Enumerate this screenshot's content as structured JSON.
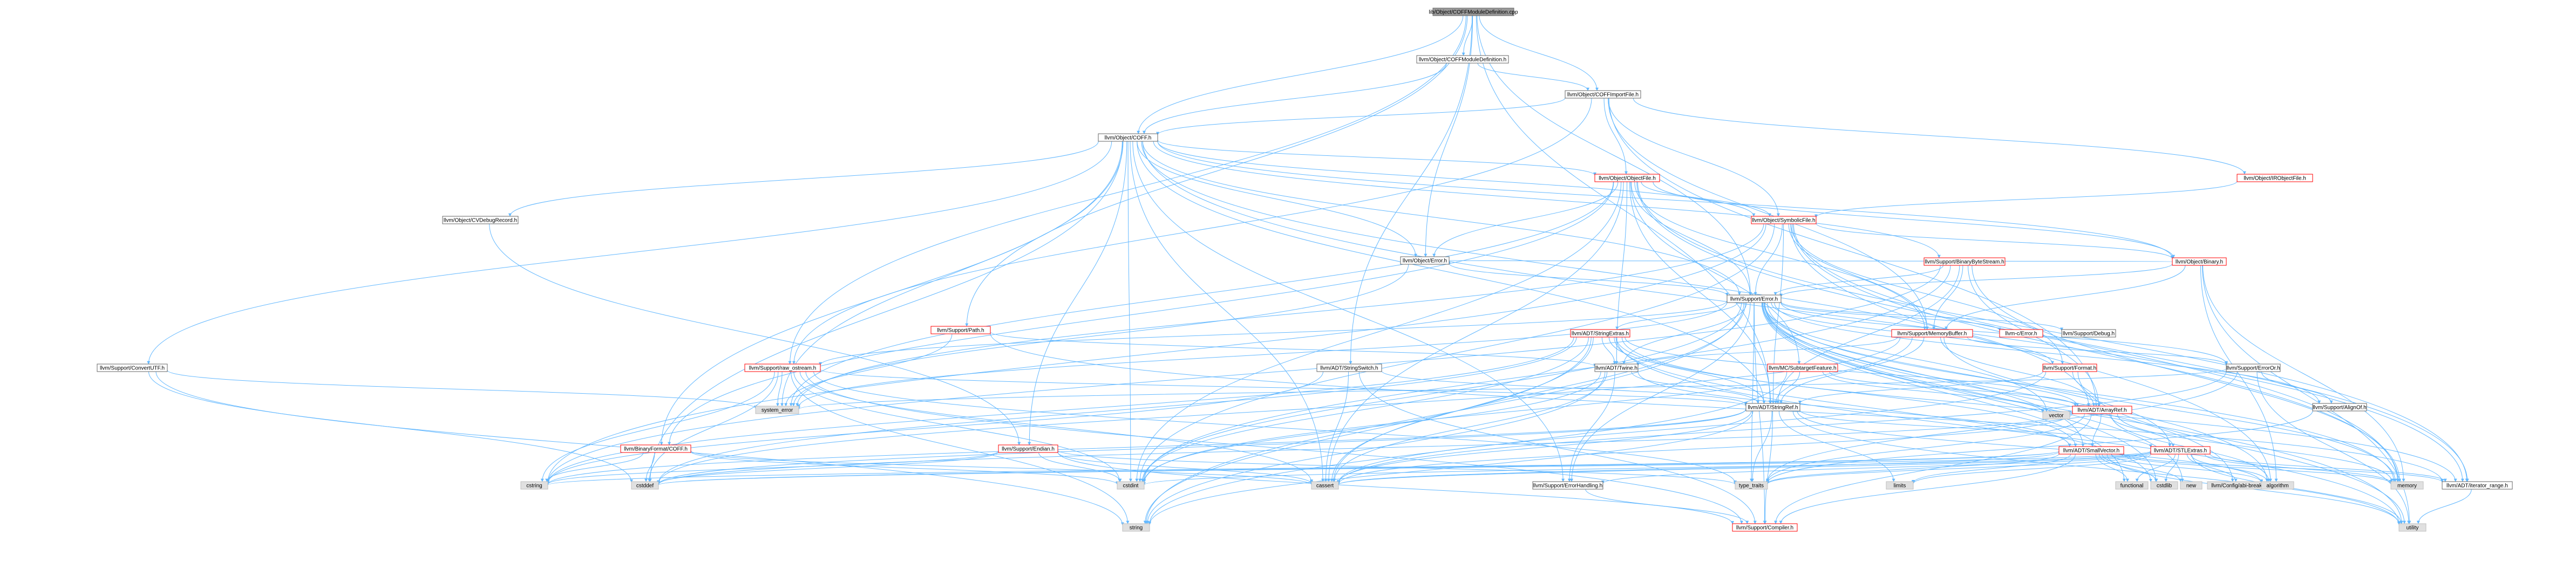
{
  "root": {
    "label": "lib/Object/COFFModuleDefinition.cpp"
  },
  "colors": {
    "edge": "#63b8ff",
    "border_normal": "#666666",
    "border_link": "#ff0000",
    "system_fill": "#e0e0e0",
    "root_fill": "#999999"
  },
  "nodes": [
    {
      "id": "root",
      "label": "lib/Object/COFFModuleDefinition.cpp",
      "style": "root"
    },
    {
      "id": "coffmd",
      "label": "llvm/Object/COFFModuleDefinition.h",
      "style": "normal"
    },
    {
      "id": "coffimp",
      "label": "llvm/Object/COFFImportFile.h",
      "style": "normal"
    },
    {
      "id": "coff",
      "label": "llvm/Object/COFF.h",
      "style": "normal"
    },
    {
      "id": "irobj",
      "label": "llvm/Object/IRObjectFile.h",
      "style": "link"
    },
    {
      "id": "objfile",
      "label": "llvm/Object/ObjectFile.h",
      "style": "link"
    },
    {
      "id": "cvdebug",
      "label": "llvm/Object/CVDebugRecord.h",
      "style": "normal"
    },
    {
      "id": "symbolic",
      "label": "llvm/Object/SymbolicFile.h",
      "style": "link"
    },
    {
      "id": "binary",
      "label": "llvm/Object/Binary.h",
      "style": "link"
    },
    {
      "id": "objerror",
      "label": "llvm/Object/Error.h",
      "style": "normal"
    },
    {
      "id": "binbytestream",
      "label": "llvm/Support/BinaryByteStream.h",
      "style": "link"
    },
    {
      "id": "supporterror",
      "label": "llvm/Support/Error.h",
      "style": "normal"
    },
    {
      "id": "path",
      "label": "llvm/Support/Path.h",
      "style": "link"
    },
    {
      "id": "stringextras",
      "label": "llvm/ADT/StringExtras.h",
      "style": "link"
    },
    {
      "id": "membuf",
      "label": "llvm/Support/MemoryBuffer.h",
      "style": "link"
    },
    {
      "id": "cerror",
      "label": "llvm-c/Error.h",
      "style": "link"
    },
    {
      "id": "debug",
      "label": "llvm/Support/Debug.h",
      "style": "normal"
    },
    {
      "id": "convertutf",
      "label": "llvm/Support/ConvertUTF.h",
      "style": "normal"
    },
    {
      "id": "rawostream",
      "label": "llvm/Support/raw_ostream.h",
      "style": "link"
    },
    {
      "id": "stringswitch",
      "label": "llvm/ADT/StringSwitch.h",
      "style": "normal"
    },
    {
      "id": "twine",
      "label": "llvm/ADT/Twine.h",
      "style": "normal"
    },
    {
      "id": "subtarget",
      "label": "llvm/MC/SubtargetFeature.h",
      "style": "link"
    },
    {
      "id": "erroror",
      "label": "llvm/Support/ErrorOr.h",
      "style": "normal"
    },
    {
      "id": "format",
      "label": "llvm/Support/Format.h",
      "style": "link"
    },
    {
      "id": "stringref",
      "label": "llvm/ADT/StringRef.h",
      "style": "normal"
    },
    {
      "id": "arrayref",
      "label": "llvm/ADT/ArrayRef.h",
      "style": "link"
    },
    {
      "id": "align",
      "label": "llvm/Support/AlignOf.h",
      "style": "normal"
    },
    {
      "id": "systemerror",
      "label": "system_error",
      "style": "system"
    },
    {
      "id": "bfcoff",
      "label": "llvm/BinaryFormat/COFF.h",
      "style": "link"
    },
    {
      "id": "endian",
      "label": "llvm/Support/Endian.h",
      "style": "link"
    },
    {
      "id": "smallvector",
      "label": "llvm/ADT/SmallVector.h",
      "style": "link"
    },
    {
      "id": "stlextras",
      "label": "llvm/ADT/STLExtras.h",
      "style": "link"
    },
    {
      "id": "vector",
      "label": "vector",
      "style": "system"
    },
    {
      "id": "cstring",
      "label": "cstring",
      "style": "system"
    },
    {
      "id": "cstddef",
      "label": "cstddef",
      "style": "system"
    },
    {
      "id": "cstdint",
      "label": "cstdint",
      "style": "system"
    },
    {
      "id": "cassert",
      "label": "cassert",
      "style": "system"
    },
    {
      "id": "errhandling",
      "label": "llvm/Support/ErrorHandling.h",
      "style": "normal"
    },
    {
      "id": "typetraits",
      "label": "type_traits",
      "style": "system"
    },
    {
      "id": "limits",
      "label": "limits",
      "style": "system"
    },
    {
      "id": "functional",
      "label": "functional",
      "style": "system"
    },
    {
      "id": "cstdlib",
      "label": "cstdlib",
      "style": "system"
    },
    {
      "id": "new",
      "label": "new",
      "style": "system"
    },
    {
      "id": "databreak",
      "label": "llvm/Config/abi-breaking.h",
      "style": "system"
    },
    {
      "id": "algorithm",
      "label": "algorithm",
      "style": "system"
    },
    {
      "id": "memory",
      "label": "memory",
      "style": "system"
    },
    {
      "id": "iterrange",
      "label": "llvm/ADT/iterator_range.h",
      "style": "normal"
    },
    {
      "id": "string",
      "label": "string",
      "style": "system"
    },
    {
      "id": "compiler",
      "label": "llvm/Support/Compiler.h",
      "style": "link"
    },
    {
      "id": "utility",
      "label": "utility",
      "style": "system"
    }
  ],
  "edges": [
    [
      "root",
      "coffmd"
    ],
    [
      "root",
      "coffimp"
    ],
    [
      "root",
      "coff"
    ],
    [
      "root",
      "objerror"
    ],
    [
      "root",
      "stringswitch"
    ],
    [
      "root",
      "path"
    ],
    [
      "root",
      "rawostream"
    ],
    [
      "root",
      "supporterror"
    ],
    [
      "root",
      "stringref"
    ],
    [
      "coffmd",
      "coffimp"
    ],
    [
      "coffmd",
      "coff"
    ],
    [
      "coffimp",
      "coff"
    ],
    [
      "coffimp",
      "irobj"
    ],
    [
      "coffimp",
      "objfile"
    ],
    [
      "coffimp",
      "symbolic"
    ],
    [
      "coffimp",
      "membuf"
    ],
    [
      "coffimp",
      "arrayref"
    ],
    [
      "coffimp",
      "rawostream"
    ],
    [
      "coff",
      "objfile"
    ],
    [
      "coff",
      "cvdebug"
    ],
    [
      "coff",
      "objerror"
    ],
    [
      "coff",
      "binbytestream"
    ],
    [
      "coff",
      "convertutf"
    ],
    [
      "coff",
      "bfcoff"
    ],
    [
      "coff",
      "endian"
    ],
    [
      "coff",
      "errhandling"
    ],
    [
      "coff",
      "supporterror"
    ],
    [
      "coff",
      "iterrange"
    ],
    [
      "coff",
      "systemerror"
    ],
    [
      "coff",
      "cassert"
    ],
    [
      "coff",
      "cstddef"
    ],
    [
      "coff",
      "cstdint"
    ],
    [
      "coff",
      "arrayref"
    ],
    [
      "coff",
      "stringref"
    ],
    [
      "coff",
      "binary"
    ],
    [
      "coff",
      "symbolic"
    ],
    [
      "irobj",
      "symbolic"
    ],
    [
      "objfile",
      "symbolic"
    ],
    [
      "objfile",
      "binary"
    ],
    [
      "objfile",
      "objerror"
    ],
    [
      "objfile",
      "membuf"
    ],
    [
      "objfile",
      "supporterror"
    ],
    [
      "objfile",
      "subtarget"
    ],
    [
      "objfile",
      "twine"
    ],
    [
      "objfile",
      "stringref"
    ],
    [
      "objfile",
      "iterrange"
    ],
    [
      "objfile",
      "cassert"
    ],
    [
      "objfile",
      "cstdint"
    ],
    [
      "objfile",
      "memory"
    ],
    [
      "objfile",
      "systemerror"
    ],
    [
      "objfile",
      "bfcoff"
    ],
    [
      "cvdebug",
      "endian"
    ],
    [
      "symbolic",
      "binary"
    ],
    [
      "symbolic",
      "supporterror"
    ],
    [
      "symbolic",
      "format"
    ],
    [
      "symbolic",
      "membuf"
    ],
    [
      "symbolic",
      "stringref"
    ],
    [
      "symbolic",
      "iterrange"
    ],
    [
      "symbolic",
      "cstdint"
    ],
    [
      "symbolic",
      "cstring"
    ],
    [
      "symbolic",
      "memory"
    ],
    [
      "symbolic",
      "systemerror"
    ],
    [
      "symbolic",
      "algorithm"
    ],
    [
      "binary",
      "objerror"
    ],
    [
      "binary",
      "supporterror"
    ],
    [
      "binary",
      "membuf"
    ],
    [
      "binary",
      "memory"
    ],
    [
      "binary",
      "utility"
    ],
    [
      "binary",
      "algorithm"
    ],
    [
      "objerror",
      "supporterror"
    ],
    [
      "objerror",
      "systemerror"
    ],
    [
      "binbytestream",
      "supporterror"
    ],
    [
      "binbytestream",
      "membuf"
    ],
    [
      "binbytestream",
      "arrayref"
    ],
    [
      "binbytestream",
      "stringref"
    ],
    [
      "binbytestream",
      "cstdint"
    ],
    [
      "binbytestream",
      "cstring"
    ],
    [
      "binbytestream",
      "memory"
    ],
    [
      "supporterror",
      "cerror"
    ],
    [
      "supporterror",
      "debug"
    ],
    [
      "supporterror",
      "stringextras"
    ],
    [
      "supporterror",
      "twine"
    ],
    [
      "supporterror",
      "erroror"
    ],
    [
      "supporterror",
      "format"
    ],
    [
      "supporterror",
      "smallvector"
    ],
    [
      "supporterror",
      "stlextras"
    ],
    [
      "supporterror",
      "errhandling"
    ],
    [
      "supporterror",
      "rawostream"
    ],
    [
      "supporterror",
      "align"
    ],
    [
      "supporterror",
      "cassert"
    ],
    [
      "supporterror",
      "cstdint"
    ],
    [
      "supporterror",
      "cstdlib"
    ],
    [
      "supporterror",
      "functional"
    ],
    [
      "supporterror",
      "memory"
    ],
    [
      "supporterror",
      "new"
    ],
    [
      "supporterror",
      "string"
    ],
    [
      "supporterror",
      "systemerror"
    ],
    [
      "supporterror",
      "typetraits"
    ],
    [
      "supporterror",
      "utility"
    ],
    [
      "supporterror",
      "compiler"
    ],
    [
      "supporterror",
      "databreak"
    ],
    [
      "supporterror",
      "algorithm"
    ],
    [
      "supporterror",
      "vector"
    ],
    [
      "path",
      "twine"
    ],
    [
      "path",
      "systemerror"
    ],
    [
      "path",
      "iterrange"
    ],
    [
      "stringextras",
      "arrayref"
    ],
    [
      "stringextras",
      "smallvector"
    ],
    [
      "stringextras",
      "stringref"
    ],
    [
      "stringextras",
      "twine"
    ],
    [
      "stringextras",
      "cassert"
    ],
    [
      "stringextras",
      "cstddef"
    ],
    [
      "stringextras",
      "cstdint"
    ],
    [
      "stringextras",
      "cstdlib"
    ],
    [
      "stringextras",
      "cstring"
    ],
    [
      "stringextras",
      "iterrange"
    ],
    [
      "stringextras",
      "string"
    ],
    [
      "stringextras",
      "utility"
    ],
    [
      "membuf",
      "stringref"
    ],
    [
      "membuf",
      "erroror"
    ],
    [
      "membuf",
      "arrayref"
    ],
    [
      "membuf",
      "twine"
    ],
    [
      "membuf",
      "cstddef"
    ],
    [
      "membuf",
      "cstdint"
    ],
    [
      "membuf",
      "memory"
    ],
    [
      "convertutf",
      "cstddef"
    ],
    [
      "convertutf",
      "string"
    ],
    [
      "convertutf",
      "systemerror"
    ],
    [
      "rawostream",
      "stringref"
    ],
    [
      "rawostream",
      "cassert"
    ],
    [
      "rawostream",
      "cstddef"
    ],
    [
      "rawostream",
      "cstdint"
    ],
    [
      "rawostream",
      "cstring"
    ],
    [
      "rawostream",
      "string"
    ],
    [
      "rawostream",
      "systemerror"
    ],
    [
      "rawostream",
      "typetraits"
    ],
    [
      "rawostream",
      "compiler"
    ],
    [
      "stringswitch",
      "stringref"
    ],
    [
      "stringswitch",
      "compiler"
    ],
    [
      "stringswitch",
      "cassert"
    ],
    [
      "stringswitch",
      "cstring"
    ],
    [
      "twine",
      "smallvector"
    ],
    [
      "twine",
      "stringref"
    ],
    [
      "twine",
      "errhandling"
    ],
    [
      "twine",
      "cassert"
    ],
    [
      "twine",
      "cstdint"
    ],
    [
      "twine",
      "string"
    ],
    [
      "subtarget",
      "stringref"
    ],
    [
      "subtarget",
      "string"
    ],
    [
      "subtarget",
      "vector"
    ],
    [
      "subtarget",
      "arrayref"
    ],
    [
      "erroror",
      "align"
    ],
    [
      "erroror",
      "cassert"
    ],
    [
      "erroror",
      "systemerror"
    ],
    [
      "erroror",
      "typetraits"
    ],
    [
      "erroror",
      "utility"
    ],
    [
      "format",
      "arrayref"
    ],
    [
      "format",
      "stringref"
    ],
    [
      "format",
      "cassert"
    ],
    [
      "format",
      "cstdio"
    ],
    [
      "format",
      "tuple"
    ],
    [
      "format",
      "utility"
    ],
    [
      "stringref",
      "stlextras"
    ],
    [
      "stringref",
      "compiler"
    ],
    [
      "stringref",
      "algorithm"
    ],
    [
      "stringref",
      "cassert"
    ],
    [
      "stringref",
      "cstddef"
    ],
    [
      "stringref",
      "cstring"
    ],
    [
      "stringref",
      "limits"
    ],
    [
      "stringref",
      "string"
    ],
    [
      "stringref",
      "typetraits"
    ],
    [
      "stringref",
      "utility"
    ],
    [
      "arrayref",
      "smallvector"
    ],
    [
      "arrayref",
      "stlextras"
    ],
    [
      "arrayref",
      "compiler"
    ],
    [
      "arrayref",
      "algorithm"
    ],
    [
      "arrayref",
      "cassert"
    ],
    [
      "arrayref",
      "cstddef"
    ],
    [
      "arrayref",
      "memory"
    ],
    [
      "arrayref",
      "typetraits"
    ],
    [
      "arrayref",
      "vector"
    ],
    [
      "align",
      "typetraits"
    ],
    [
      "bfcoff",
      "cassert"
    ],
    [
      "bfcoff",
      "cstddef"
    ],
    [
      "bfcoff",
      "cstdint"
    ],
    [
      "bfcoff",
      "cstring"
    ],
    [
      "endian",
      "compiler"
    ],
    [
      "endian",
      "cassert"
    ],
    [
      "endian",
      "cstddef"
    ],
    [
      "endian",
      "cstdint"
    ],
    [
      "endian",
      "cstring"
    ],
    [
      "endian",
      "typetraits"
    ],
    [
      "smallvector",
      "compiler"
    ],
    [
      "smallvector",
      "algorithm"
    ],
    [
      "smallvector",
      "cassert"
    ],
    [
      "smallvector",
      "cstddef"
    ],
    [
      "smallvector",
      "cstdlib"
    ],
    [
      "smallvector",
      "cstring"
    ],
    [
      "smallvector",
      "functional"
    ],
    [
      "smallvector",
      "limits"
    ],
    [
      "smallvector",
      "memory"
    ],
    [
      "smallvector",
      "new"
    ],
    [
      "smallvector",
      "typetraits"
    ],
    [
      "smallvector",
      "utility"
    ],
    [
      "smallvector",
      "iterrange"
    ],
    [
      "stlextras",
      "iterrange"
    ],
    [
      "stlextras",
      "databreak"
    ],
    [
      "stlextras",
      "errhandling"
    ],
    [
      "stlextras",
      "algorithm"
    ],
    [
      "stlextras",
      "cassert"
    ],
    [
      "stlextras",
      "cstddef"
    ],
    [
      "stlextras",
      "cstdint"
    ],
    [
      "stlextras",
      "cstdlib"
    ],
    [
      "stlextras",
      "functional"
    ],
    [
      "stlextras",
      "limits"
    ],
    [
      "stlextras",
      "memory"
    ],
    [
      "stlextras",
      "typetraits"
    ],
    [
      "stlextras",
      "utility"
    ],
    [
      "errhandling",
      "compiler"
    ],
    [
      "iterrange",
      "utility"
    ]
  ]
}
